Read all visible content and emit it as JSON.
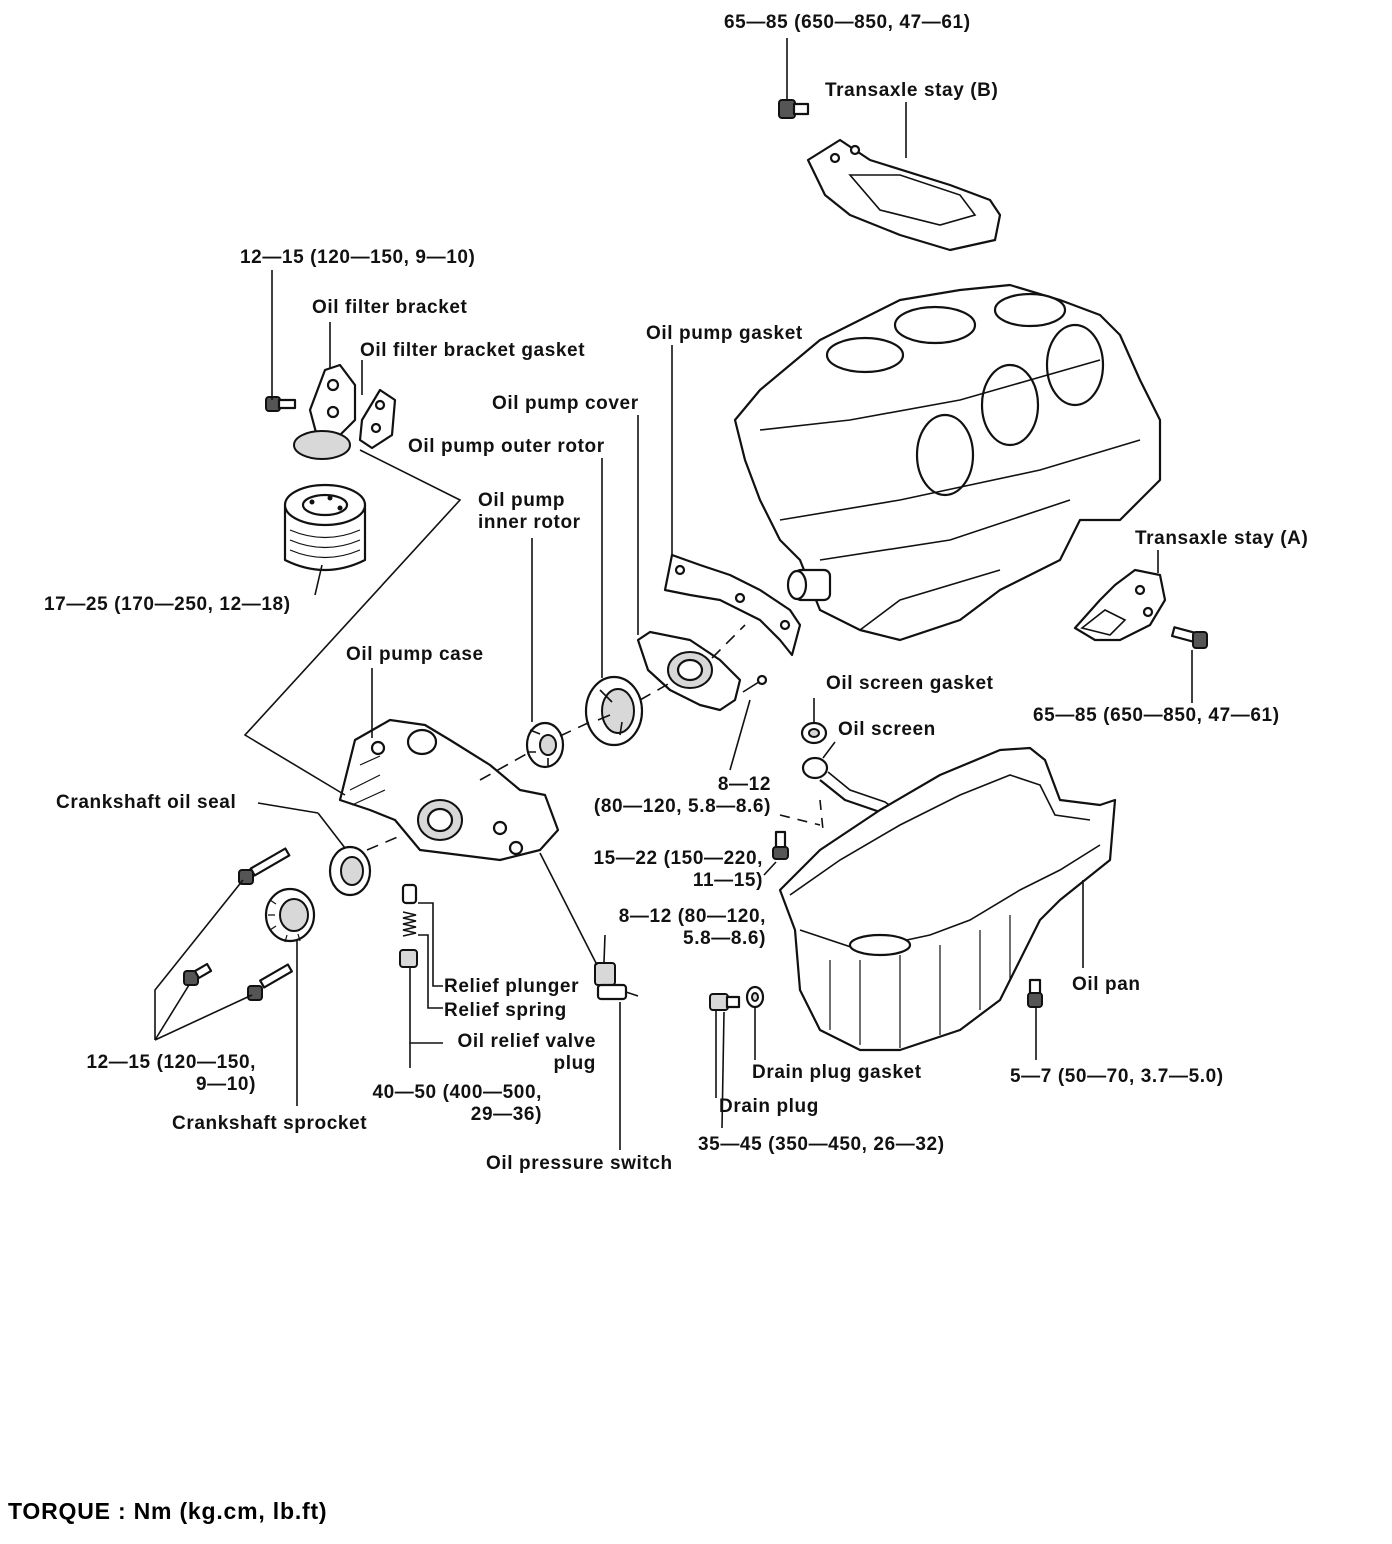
{
  "labels": {
    "torque_stay_b": "65—85 (650—850, 47—61)",
    "transaxle_stay_b": "Transaxle stay (B)",
    "torque_filter_bracket": "12—15 (120—150, 9—10)",
    "oil_filter_bracket": "Oil filter bracket",
    "oil_filter_bracket_gasket": "Oil filter bracket gasket",
    "oil_pump_gasket": "Oil pump gasket",
    "oil_pump_cover": "Oil pump cover",
    "oil_pump_outer_rotor": "Oil pump outer rotor",
    "oil_pump_inner_rotor": "Oil pump\ninner rotor",
    "torque_oil_filter": "17—25 (170—250, 12—18)",
    "transaxle_stay_a": "Transaxle stay (A)",
    "oil_pump_case": "Oil pump case",
    "oil_screen_gasket": "Oil screen gasket",
    "oil_screen": "Oil screen",
    "torque_stay_a": "65—85 (650—850, 47—61)",
    "torque_pump_cover_bolt": "8—12\n(80—120, 5.8—8.6)",
    "crankshaft_oil_seal": "Crankshaft oil seal",
    "torque_oil_screen": "15—22 (150—220,\n11—15)",
    "torque_pressure_switch": "8—12 (80—120,\n5.8—8.6)",
    "relief_plunger": "Relief plunger",
    "relief_spring": "Relief spring",
    "oil_pan": "Oil pan",
    "oil_relief_valve_plug": "Oil relief valve\nplug",
    "torque_sprocket_bolts": "12—15 (120—150,\n9—10)",
    "torque_relief_plug": "40—50 (400—500,\n29—36)",
    "drain_plug_gasket": "Drain plug gasket",
    "torque_oil_pan": "5—7 (50—70, 3.7—5.0)",
    "drain_plug": "Drain plug",
    "crankshaft_sprocket": "Crankshaft sprocket",
    "torque_drain_plug": "35—45 (350—450, 26—32)",
    "oil_pressure_switch": "Oil pressure switch"
  },
  "footer": {
    "torque_units": "TORQUE : Nm (kg.cm, lb.ft)"
  }
}
